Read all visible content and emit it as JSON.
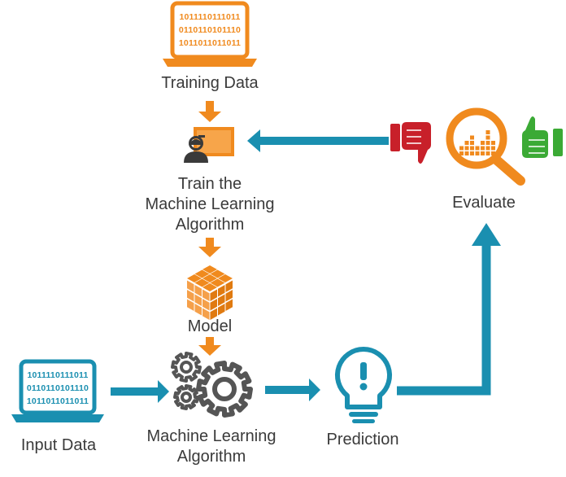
{
  "colors": {
    "orange": "#F08A1E",
    "teal": "#1A8FB0",
    "red": "#C8202A",
    "green": "#3BAA35",
    "text": "#3a3a3a"
  },
  "nodes": {
    "training_data": {
      "label": "Training Data",
      "binary": [
        "1011110111011",
        "0110110101110",
        "1011011011011"
      ]
    },
    "train": {
      "label_lines": [
        "Train the",
        "Machine Learning",
        "Algorithm"
      ]
    },
    "model": {
      "label": "Model"
    },
    "input_data": {
      "label": "Input Data",
      "binary": [
        "1011110111011",
        "0110110101110",
        "1011011011011"
      ]
    },
    "ml_algorithm": {
      "label_lines": [
        "Machine Learning",
        "Algorithm"
      ]
    },
    "prediction": {
      "label": "Prediction"
    },
    "evaluate": {
      "label": "Evaluate"
    }
  },
  "icons": {
    "training_data": "laptop-binary-icon",
    "train": "trainer-presentation-icon",
    "model": "cube-grid-icon",
    "input_data": "laptop-binary-icon",
    "ml_algorithm": "gears-icon",
    "prediction": "lightbulb-icon",
    "evaluate": "magnifier-chart-icon",
    "thumbs_down": "thumbs-down-icon",
    "thumbs_up": "thumbs-up-icon"
  }
}
